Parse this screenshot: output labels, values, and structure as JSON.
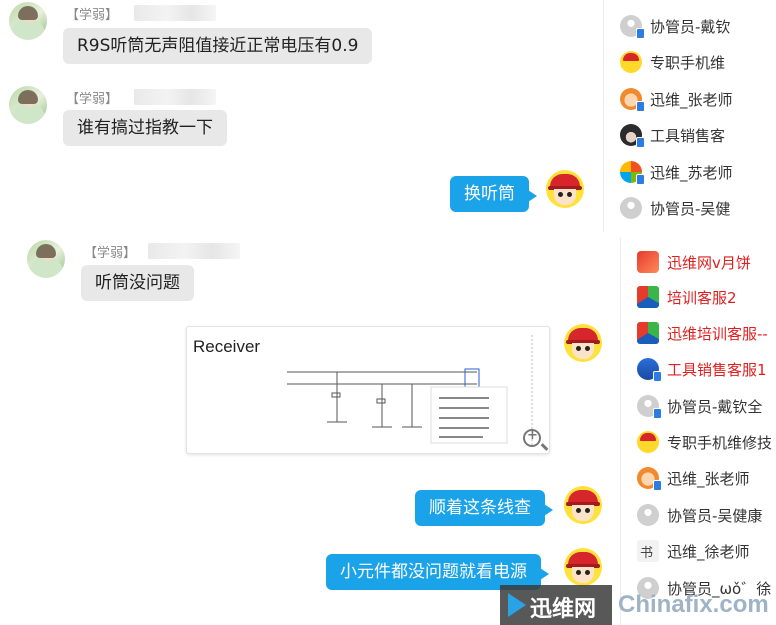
{
  "chat": {
    "messages": [
      {
        "sender_tag": "【学弱】",
        "text": "R9S听筒无声阻值接近正常电压有0.9"
      },
      {
        "sender_tag": "【学弱】",
        "text": "谁有搞过指教一下"
      },
      {
        "text": "换听筒"
      },
      {
        "sender_tag": "【学弱】",
        "text": "听筒没问题"
      },
      {
        "image_title": "Receiver"
      },
      {
        "text": "顺着这条线查"
      },
      {
        "text": "小元件都没问题就看电源"
      }
    ]
  },
  "members_top": [
    {
      "name": "协管员-戴钦",
      "avatar": "gray-badge",
      "color": "#333333"
    },
    {
      "name": "专职手机维",
      "avatar": "cap",
      "color": "#333333"
    },
    {
      "name": "迅维_张老师",
      "avatar": "orange-badge",
      "color": "#333333"
    },
    {
      "name": "工具销售客",
      "avatar": "dark-badge",
      "color": "#333333"
    },
    {
      "name": "迅维_苏老师",
      "avatar": "windows-badge",
      "color": "#333333"
    },
    {
      "name": "协管员-吴健",
      "avatar": "gray",
      "color": "#333333"
    }
  ],
  "members_bottom": [
    {
      "name": "迅维网v月饼",
      "avatar": "red",
      "color": "#e02020"
    },
    {
      "name": "培训客服2",
      "avatar": "green",
      "color": "#e02020"
    },
    {
      "name": "迅维培训客服--",
      "avatar": "green",
      "color": "#e02020"
    },
    {
      "name": "工具销售客服1",
      "avatar": "blue-badge",
      "color": "#e02020"
    },
    {
      "name": "协管员-戴钦全",
      "avatar": "gray-badge",
      "color": "#333333"
    },
    {
      "name": "专职手机维修技",
      "avatar": "cap",
      "color": "#333333"
    },
    {
      "name": "迅维_张老师",
      "avatar": "orange-badge",
      "color": "#333333"
    },
    {
      "name": "协管员-吴健康",
      "avatar": "gray",
      "color": "#333333"
    },
    {
      "name": "迅维_徐老师",
      "avatar": "calligraphy",
      "color": "#333333"
    },
    {
      "name": "协管员_ωǒ゛徐",
      "avatar": "gray",
      "color": "#333333"
    }
  ],
  "watermark": {
    "cn": "迅维网",
    "en": "Chinafix.com"
  },
  "colors": {
    "bubble_out": "#1aa3e8",
    "bubble_in": "#e8e8e8",
    "admin_red": "#e02020"
  }
}
